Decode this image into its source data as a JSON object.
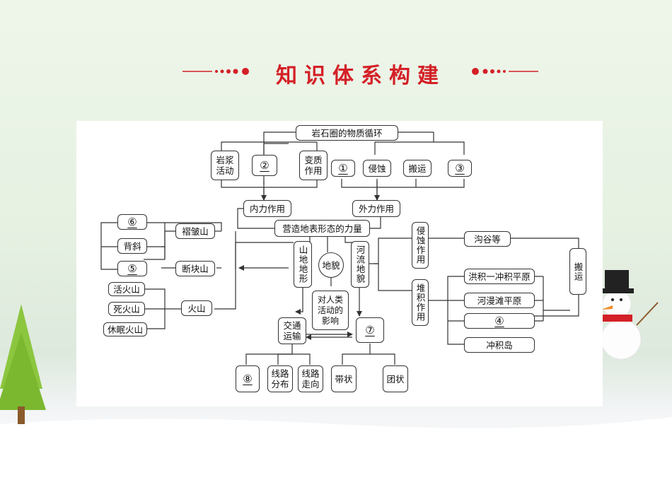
{
  "title": "知识体系构建",
  "colors": {
    "title": "#d42027",
    "line": "#333333"
  },
  "nodes": {
    "rock_cycle": "岩石圈的物质循环",
    "magma": "岩浆\n活动",
    "blank2": "②",
    "metamorphism": "变质\n作用",
    "blank1": "①",
    "erosion_top": "侵蚀",
    "transport_top": "搬运",
    "blank3": "③",
    "internal_force": "内力作用",
    "external_force": "外力作用",
    "landform_forces": "营造地表形态的力量",
    "blank6": "⑥",
    "syncline": "背斜",
    "blank5": "⑤",
    "fold_mountain": "褶皱山",
    "block_mountain": "断块山",
    "active_volcano": "活火山",
    "dead_volcano": "死火山",
    "dormant_volcano": "休眠火山",
    "volcano": "火山",
    "mountain_landform": "山地地形",
    "landform": "地貌",
    "river_landform": "河流地貌",
    "human_impact": "对人类\n活动的\n影响",
    "erosion_side": "侵蚀作用",
    "deposition": "堆积作用",
    "gully": "沟谷等",
    "transport_side": "搬运",
    "alluvial_fan": "洪积一冲积平原",
    "floodplain": "河漫滩平原",
    "blank4": "④",
    "alluvial_island": "冲积岛",
    "transport": "交通\n运输",
    "blank7": "⑦",
    "blank8": "⑧",
    "route_dist": "线路\n分布",
    "route_dir": "线路\n走向",
    "belt": "带状",
    "cluster": "团状"
  }
}
